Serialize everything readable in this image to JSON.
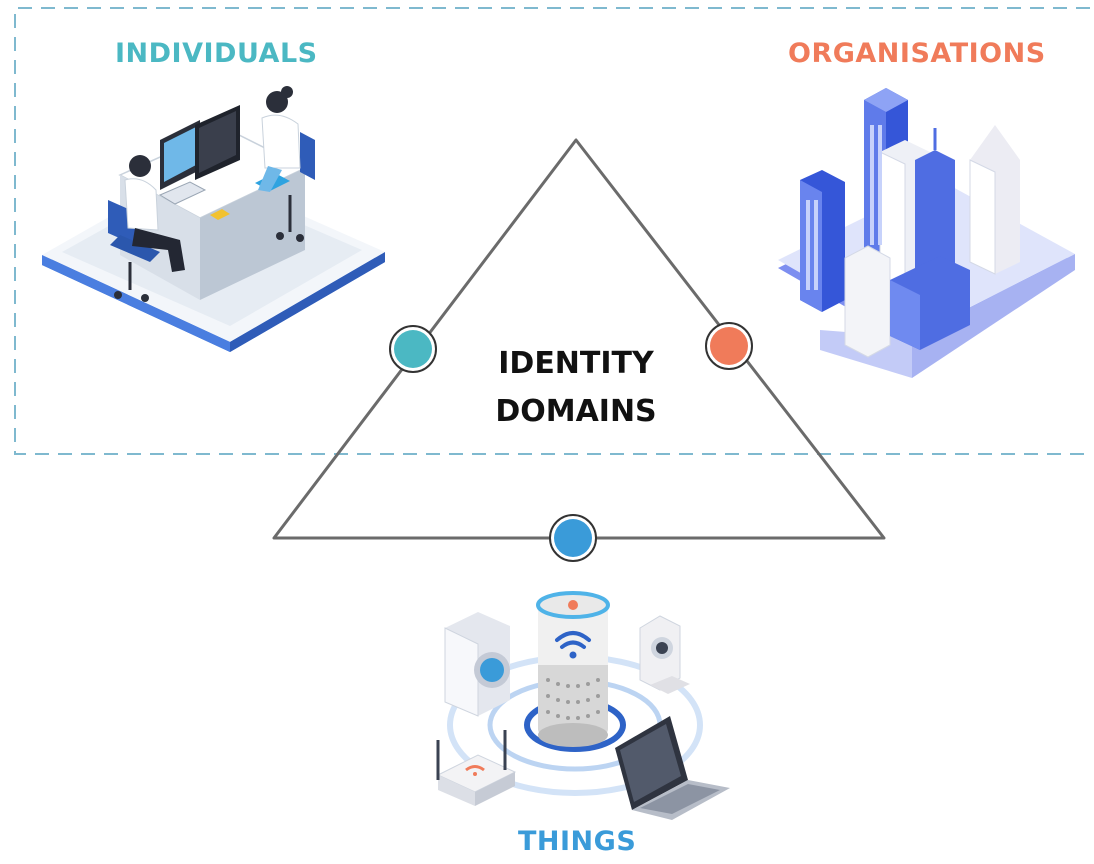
{
  "diagram": {
    "title_lines": [
      "IDENTITY",
      "DOMAINS"
    ],
    "domains": [
      {
        "label": "INDIVIDUALS",
        "color": "#4bb8c3",
        "icon": "office-workers-icon"
      },
      {
        "label": "ORGANISATIONS",
        "color": "#f07b5a",
        "icon": "city-buildings-icon"
      },
      {
        "label": "THINGS",
        "color": "#3a9bd9",
        "icon": "iot-devices-icon"
      }
    ],
    "colors": {
      "triangle": "#6b6b6b",
      "boundary": "#7fb9cf",
      "node_border": "#333333"
    }
  }
}
